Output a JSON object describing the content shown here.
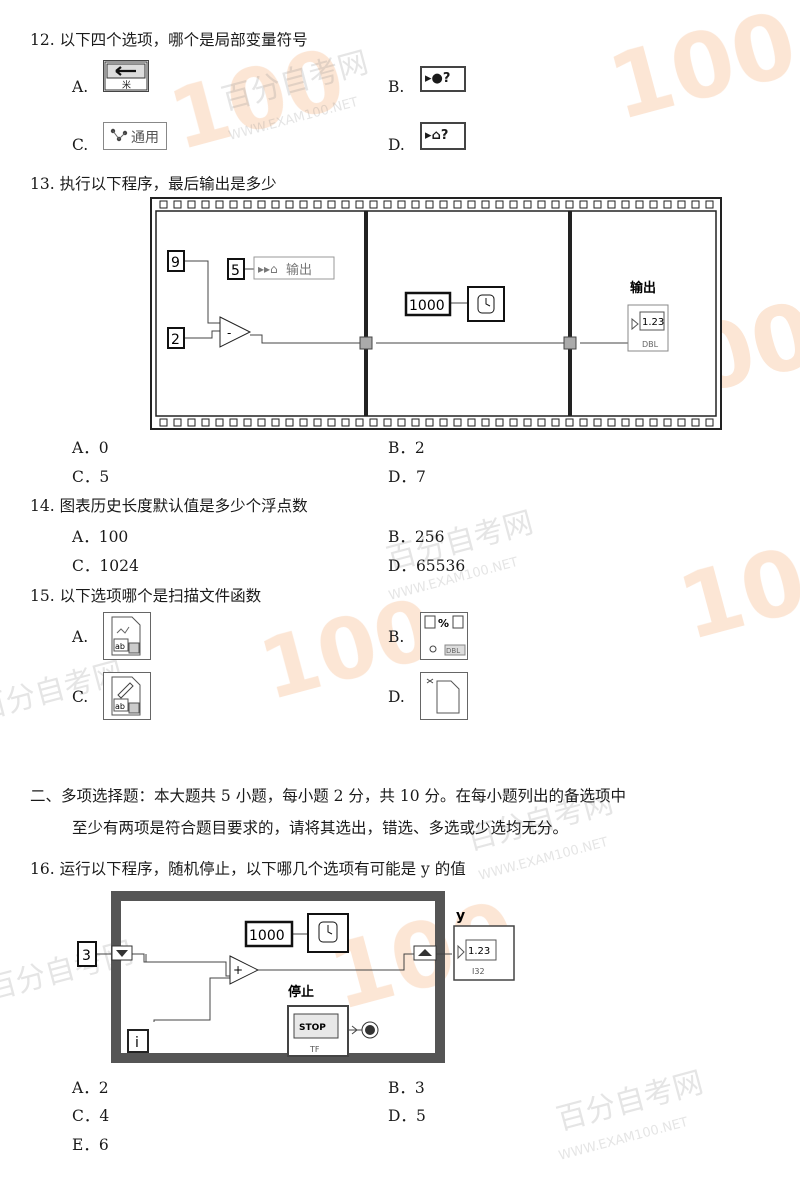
{
  "watermark": {
    "brand_cn": "百分自考网",
    "brand_en": "WWW.EXAM100.NET",
    "logo": "100"
  },
  "q12": {
    "stem": "12.  以下四个选项，哪个是局部变量符号",
    "options": [
      {
        "letter": "A.",
        "icon": "sequence-local-icon"
      },
      {
        "letter": "B.",
        "icon": "global-variable-icon",
        "text": "▸●?"
      },
      {
        "letter": "C.",
        "icon": "general-node-icon",
        "text": "通用"
      },
      {
        "letter": "D.",
        "icon": "local-variable-icon",
        "text": "▸⌂?"
      }
    ]
  },
  "q13": {
    "stem": "13.  执行以下程序，最后输出是多少",
    "diagram": {
      "c9": "9",
      "c5": "5",
      "c2": "2",
      "local_var": "输出",
      "wait": "1000",
      "indicator_label": "输出",
      "indicator_value": "1.23",
      "indicator_type": "DBL"
    },
    "options": [
      {
        "letter": "A．",
        "value": "0"
      },
      {
        "letter": "B．",
        "value": "2"
      },
      {
        "letter": "C．",
        "value": "5"
      },
      {
        "letter": "D．",
        "value": "7"
      }
    ]
  },
  "q14": {
    "stem": "14.  图表历史长度默认值是多少个浮点数",
    "options": [
      {
        "letter": "A．",
        "value": "100"
      },
      {
        "letter": "B．",
        "value": "256"
      },
      {
        "letter": "C．",
        "value": "1024"
      },
      {
        "letter": "D．",
        "value": "65536"
      }
    ]
  },
  "q15": {
    "stem": "15.  以下选项哪个是扫描文件函数",
    "options": [
      {
        "letter": "A.",
        "icon": "read-file-icon"
      },
      {
        "letter": "B.",
        "icon": "format-into-string-icon"
      },
      {
        "letter": "C.",
        "icon": "write-file-icon"
      },
      {
        "letter": "D.",
        "icon": "empty-file-icon"
      }
    ]
  },
  "section2": {
    "line1": "二、多项选择题：本大题共 5 小题，每小题 2 分，共 10 分。在每小题列出的备选项中",
    "line2": "至少有两项是符合题目要求的，请将其选出，错选、多选或少选均无分。"
  },
  "q16": {
    "stem": "16.  运行以下程序，随机停止，以下哪几个选项有可能是 y 的值",
    "diagram": {
      "c3": "3",
      "wait": "1000",
      "y_label": "y",
      "y_value": "1.23",
      "y_type": "I32",
      "stop_label": "停止",
      "stop_text": "STOP",
      "stop_type": "TF",
      "iter": "i"
    },
    "options": [
      {
        "letter": "A．",
        "value": "2"
      },
      {
        "letter": "B．",
        "value": "3"
      },
      {
        "letter": "C．",
        "value": "4"
      },
      {
        "letter": "D．",
        "value": "5"
      },
      {
        "letter": "E．",
        "value": "6"
      }
    ]
  }
}
